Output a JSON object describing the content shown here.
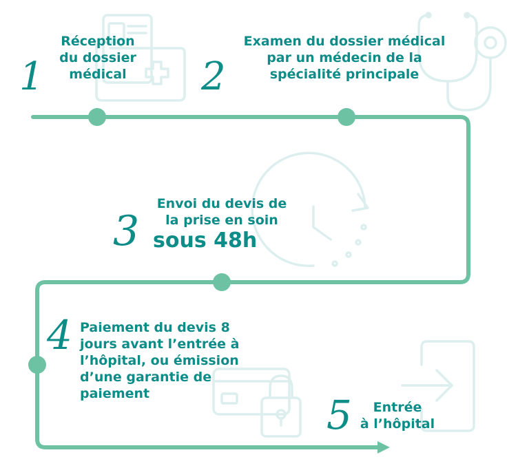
{
  "colors": {
    "path": "#6cc2a3",
    "text": "#0d8c88",
    "icon": "#dcefee"
  },
  "steps": [
    {
      "number": "1",
      "lines": [
        "Réception",
        "du dossier",
        "médical"
      ],
      "icon": "medical-folder-icon"
    },
    {
      "number": "2",
      "lines": [
        "Examen du dossier médical",
        "par un médecin de la",
        "spécialité principale"
      ],
      "icon": "stethoscope-icon"
    },
    {
      "number": "3",
      "lines": [
        "Envoi du devis de",
        "la prise en soin"
      ],
      "highlight": "sous 48h",
      "icon": "clock-refresh-icon"
    },
    {
      "number": "4",
      "lines": [
        "Paiement du devis 8",
        "jours avant l’entrée à",
        "l’hôpital, ou émission",
        "d’une garantie de",
        "paiement"
      ],
      "icon": "credit-card-lock-icon"
    },
    {
      "number": "5",
      "lines": [
        "Entrée",
        "à l’hôpital"
      ],
      "icon": "door-enter-icon"
    }
  ]
}
